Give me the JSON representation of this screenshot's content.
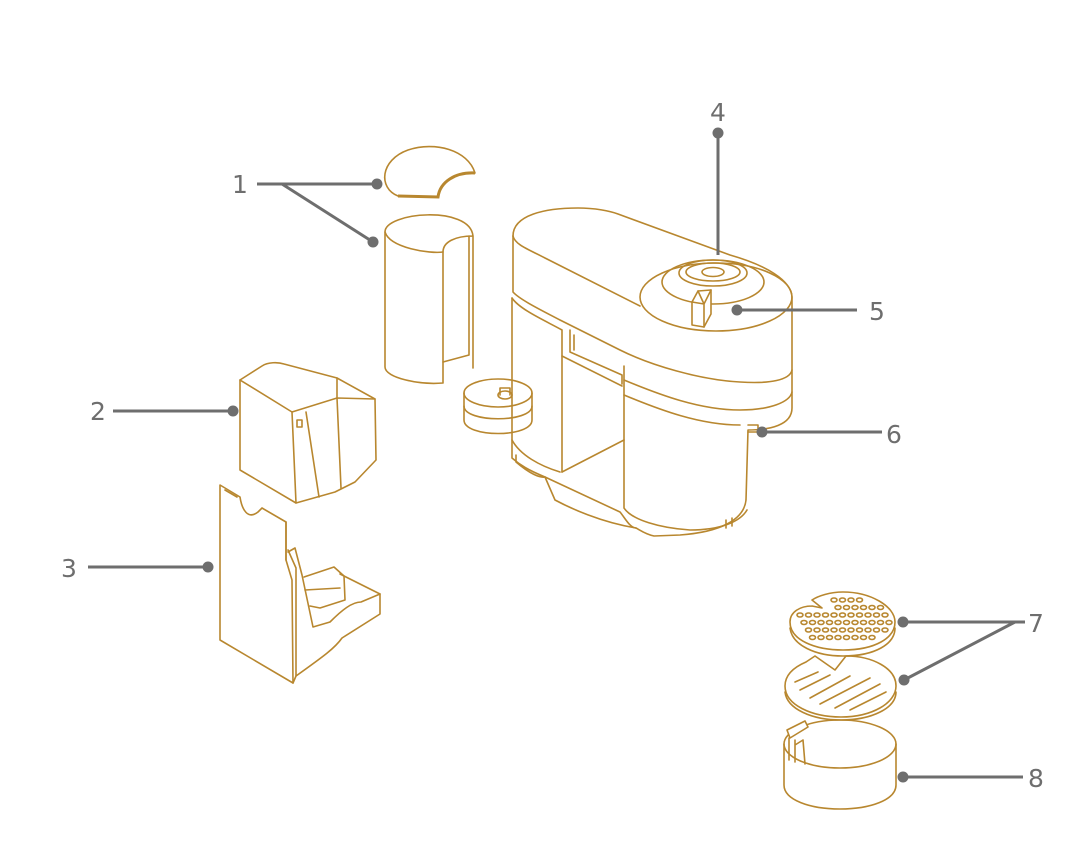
{
  "diagram": {
    "colors": {
      "line_art": "#b8872f",
      "callout": "#6e6e6e",
      "background": "#ffffff"
    },
    "callouts": [
      {
        "number": "1"
      },
      {
        "number": "2"
      },
      {
        "number": "3"
      },
      {
        "number": "4"
      },
      {
        "number": "5"
      },
      {
        "number": "6"
      },
      {
        "number": "7"
      },
      {
        "number": "8"
      }
    ]
  }
}
